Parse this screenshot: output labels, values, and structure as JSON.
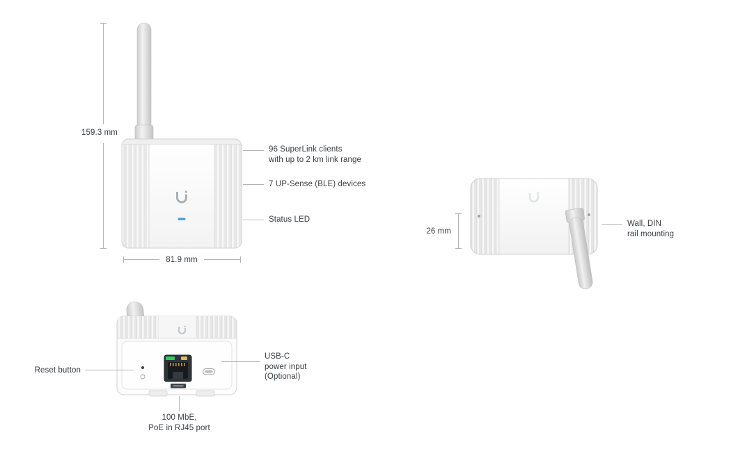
{
  "colors": {
    "leader_line": "#b4b4b4",
    "label_text": "#3a3d41",
    "status_led": "#4aa0dd",
    "rj45_green": "#2fcf5e",
    "rj45_amber": "#e3bb4e"
  },
  "front_view": {
    "dim_height": "159.3 mm",
    "dim_width": "81.9 mm",
    "callout_superlink": "96 SuperLink clients\nwith up to 2 km link range",
    "callout_upsense": "7 UP-Sense (BLE) devices",
    "callout_status_led": "Status LED"
  },
  "top_view": {
    "dim_height": "26 mm",
    "callout_mounting": "Wall, DIN\nrail mounting"
  },
  "bottom_view": {
    "callout_reset": "Reset button",
    "callout_usbc": "USB-C\npower input\n(Optional)",
    "callout_rj45": "100 MbE,\nPoE in RJ45 port"
  }
}
